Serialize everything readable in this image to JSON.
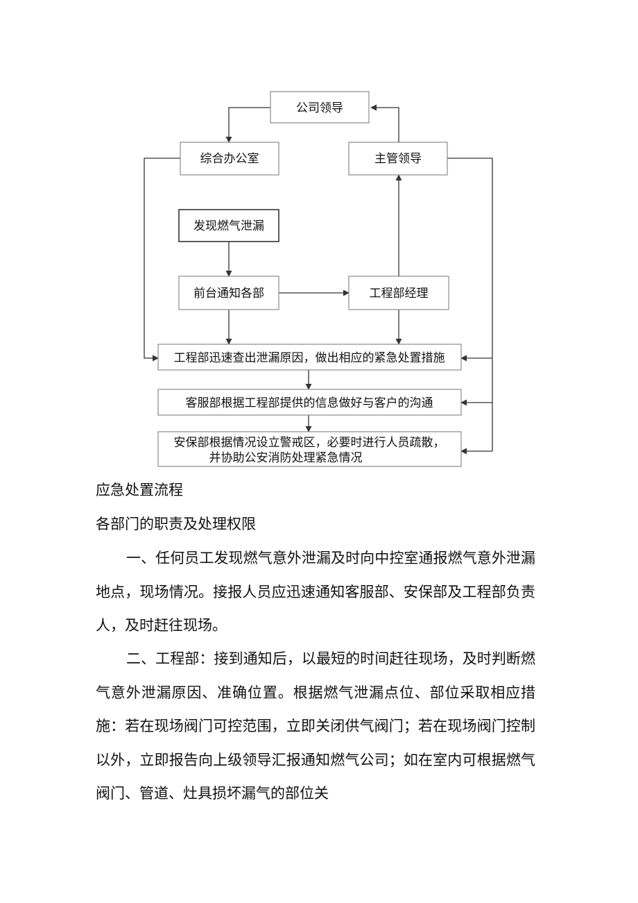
{
  "flowchart": {
    "nodes": {
      "company_leader": "公司领导",
      "general_office": "综合办公室",
      "supervisor": "主管领导",
      "gas_leak_found": "发现燃气泄漏",
      "front_desk": "前台通知各部",
      "engineering_manager": "工程部经理",
      "engineering_action": "工程部迅速查出泄漏原因，做出相应的紧急处置措施",
      "customer_service": "客服部根据工程部提供的信息做好与客户的沟通",
      "security_line1": "安保部根据情况设立警戒区，必要时进行人员疏散，",
      "security_line2": "并协助公安消防处理紧急情况"
    }
  },
  "caption": "应急处置流程",
  "section_title": "各部门的职责及处理权限",
  "paragraphs": [
    "一、任何员工发现燃气意外泄漏及时向中控室通报燃气意外泄漏地点，现场情况。接报人员应迅速通知客服部、安保部及工程部负责人，及时赶往现场。",
    "二、工程部：接到通知后，以最短的时间赶往现场，及时判断燃气意外泄漏原因、准确位置。根据燃气泄漏点位、部位采取相应措施：若在现场阀门可控范围，立即关闭供气阀门；若在现场阀门控制以外，立即报告向上级领导汇报通知燃气公司；如在室内可根据燃气阀门、管道、灶具损坏漏气的部位关"
  ]
}
